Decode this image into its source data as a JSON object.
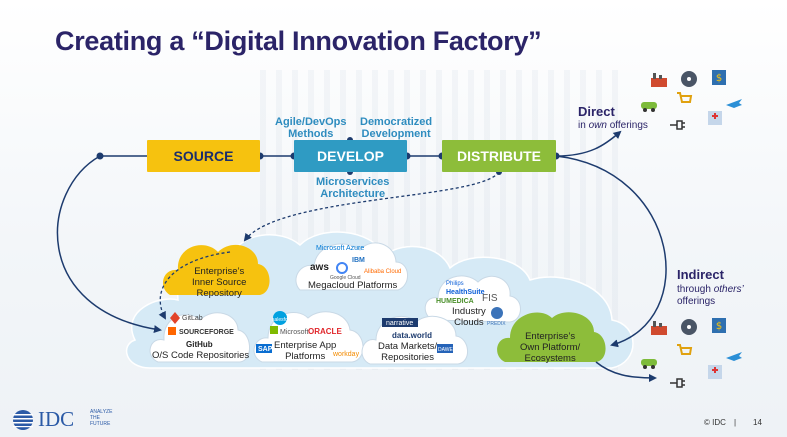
{
  "title": "Creating a “Digital Innovation Factory”",
  "boxes": {
    "source": "SOURCE",
    "develop": "DEVELOP",
    "distribute": "DISTRIBUTE"
  },
  "labels": {
    "agile_1": "Agile/DevOps",
    "agile_2": "Methods",
    "democratized_1": "Democratized",
    "democratized_2": "Development",
    "micro_1": "Microservices",
    "micro_2": "Architecture"
  },
  "direct": {
    "title": "Direct",
    "sub_pre": "in ",
    "sub_em": "own",
    "sub_post": " offerings"
  },
  "indirect": {
    "title": "Indirect",
    "sub1": "through ",
    "sub_em": "others’",
    "sub2": "offerings"
  },
  "clouds": {
    "inner_source": [
      "Enterprise’s",
      "Inner Source",
      "Repository"
    ],
    "megacloud": "Megacloud Platforms",
    "industry": [
      "Industry",
      "Clouds"
    ],
    "os_repos": "O/S Code Repositories",
    "enterprise_app": [
      "Enterprise App",
      "Platforms"
    ],
    "data_markets": [
      "Data Markets/",
      "Repositories"
    ],
    "own_platform": [
      "Enterprise’s",
      "Own Platform/",
      "Ecosystems"
    ]
  },
  "logos": {
    "azure": "Microsoft Azure",
    "ibm": "IBM",
    "aws": "aws",
    "google": "Google Cloud",
    "alibaba": "Alibaba Cloud",
    "philips": "Philips",
    "healthsuite": "HealthSuite",
    "humedica": "HUMEDICA",
    "fis": "FIS",
    "ge": "GE",
    "predix": "PREDIX",
    "gitlab": "GitLab",
    "sourceforge": "SOURCEFORGE",
    "github": "GitHub",
    "salesforce": "salesforce",
    "microsoft": "Microsoft",
    "oracle": "ORACLE",
    "sap": "SAP",
    "workday": "workday",
    "narrative": "narrative",
    "dataworld": "data.world",
    "dawex": "DAWEX"
  },
  "footer": {
    "idc": "IDC",
    "tagline": [
      "ANALYZE",
      "THE",
      "FUTURE"
    ],
    "copyright": "© IDC",
    "sep": "|",
    "page": "14"
  },
  "colors": {
    "title": "#2b2468",
    "source": "#f6c20f",
    "develop": "#2f9bc3",
    "distribute": "#8dbd3a",
    "cloud": "#d6eaf6",
    "line": "#1d3b6e"
  }
}
